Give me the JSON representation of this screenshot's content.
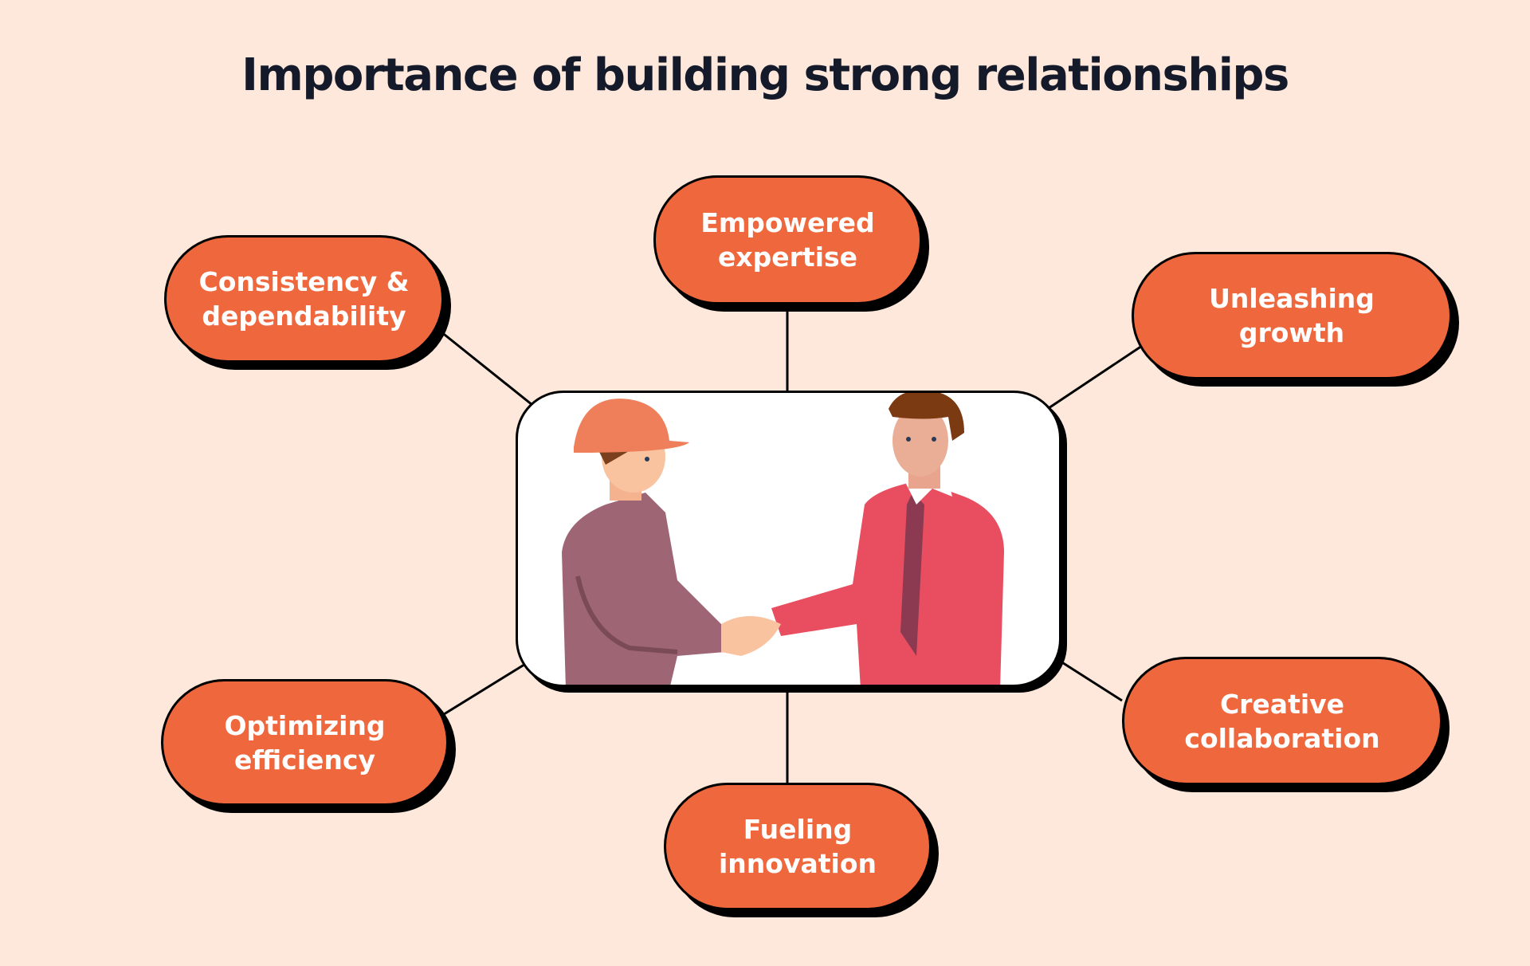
{
  "title": "Importance of building strong relationships",
  "nodes": {
    "consistency": "Consistency & dependability",
    "empowered": "Empowered expertise",
    "unleashing": "Unleashing growth",
    "optimizing": "Optimizing efficiency",
    "creative": "Creative collaboration",
    "fueling": "Fueling innovation"
  },
  "colors": {
    "background": "#FDE8DB",
    "pill": "#EF673D",
    "text": "#151a2a"
  }
}
